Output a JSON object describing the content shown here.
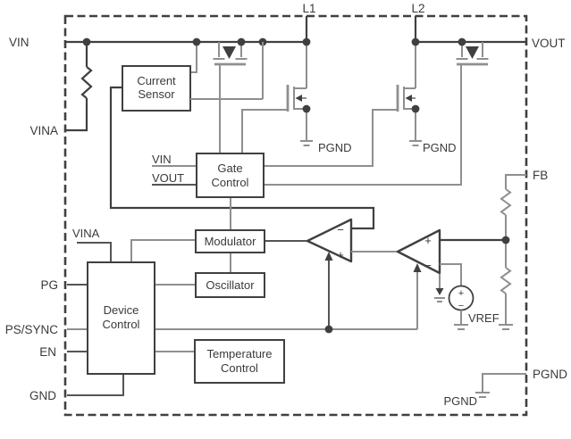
{
  "pins": {
    "vin": "VIN",
    "vina": "VINA",
    "pg": "PG",
    "ps_sync": "PS/SYNC",
    "en": "EN",
    "gnd": "GND",
    "l1": "L1",
    "l2": "L2",
    "vout": "VOUT",
    "fb": "FB",
    "pgnd": "PGND"
  },
  "blocks": {
    "current_sensor_line1": "Current",
    "current_sensor_line2": "Sensor",
    "gate_control_line1": "Gate",
    "gate_control_line2": "Control",
    "modulator": "Modulator",
    "oscillator": "Oscillator",
    "device_control_line1": "Device",
    "device_control_line2": "Control",
    "temperature_control_line1": "Temperature",
    "temperature_control_line2": "Control"
  },
  "net_labels": {
    "gate_control_vin": "VIN",
    "gate_control_vout": "VOUT",
    "device_control_vina": "VINA",
    "vref": "VREF",
    "pgnd_switch1": "PGND",
    "pgnd_switch2": "PGND",
    "pgnd_bottom": "PGND"
  },
  "symbols": {
    "plus": "+",
    "minus": "−"
  },
  "colors": {
    "background": "#ffffff",
    "line_dark": "#404040",
    "line_gray": "#8f8f8f",
    "text": "#3a3a3a"
  }
}
